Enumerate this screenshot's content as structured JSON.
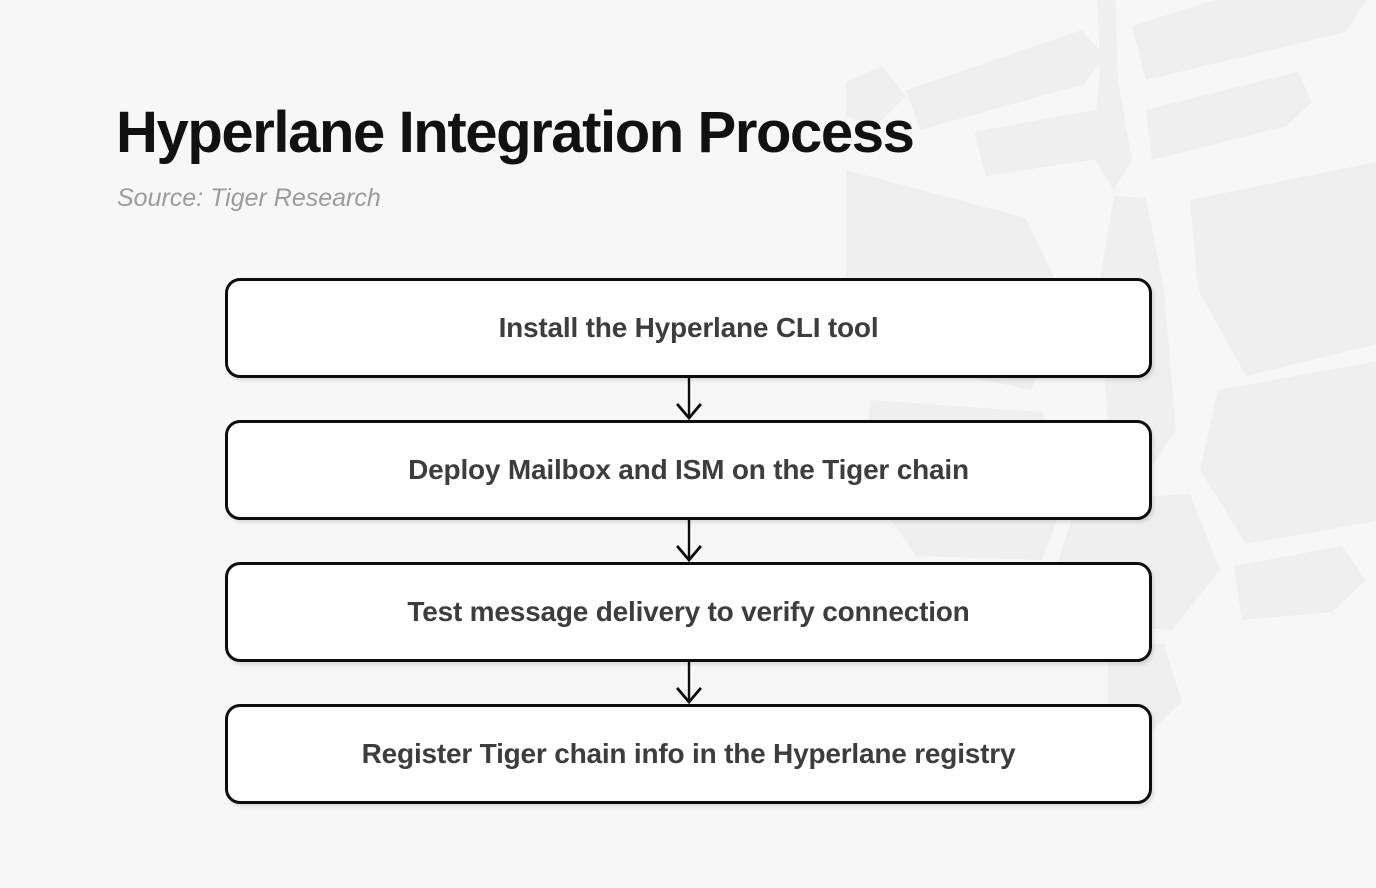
{
  "page": {
    "background_color": "#f7f7f7",
    "title": "Hyperlane Integration Process",
    "source": "Source: Tiger Research"
  },
  "theme": {
    "title_color": "#111111",
    "source_color": "#9b9b9b",
    "box_fill": "#ffffff",
    "box_border": "#0d0d0d",
    "box_text_color": "#3d3d3d",
    "connector_color": "#0d0d0d",
    "watermark_color": "#efefef"
  },
  "watermark": {
    "name": "tiger-logo-watermark",
    "description": "faint low-poly tiger head mark"
  },
  "chart_data": {
    "type": "flowchart",
    "title": "Hyperlane Integration Process",
    "subtitle": "Source: Tiger Research",
    "orientation": "vertical",
    "connector": "arrow-down",
    "nodes": [
      {
        "id": 1,
        "label": "Install the Hyperlane CLI tool"
      },
      {
        "id": 2,
        "label": "Deploy Mailbox and ISM on the Tiger chain"
      },
      {
        "id": 3,
        "label": "Test message delivery to verify connection"
      },
      {
        "id": 4,
        "label": "Register Tiger chain info in the Hyperlane registry"
      }
    ],
    "edges": [
      {
        "from": 1,
        "to": 2
      },
      {
        "from": 2,
        "to": 3
      },
      {
        "from": 3,
        "to": 4
      }
    ]
  }
}
